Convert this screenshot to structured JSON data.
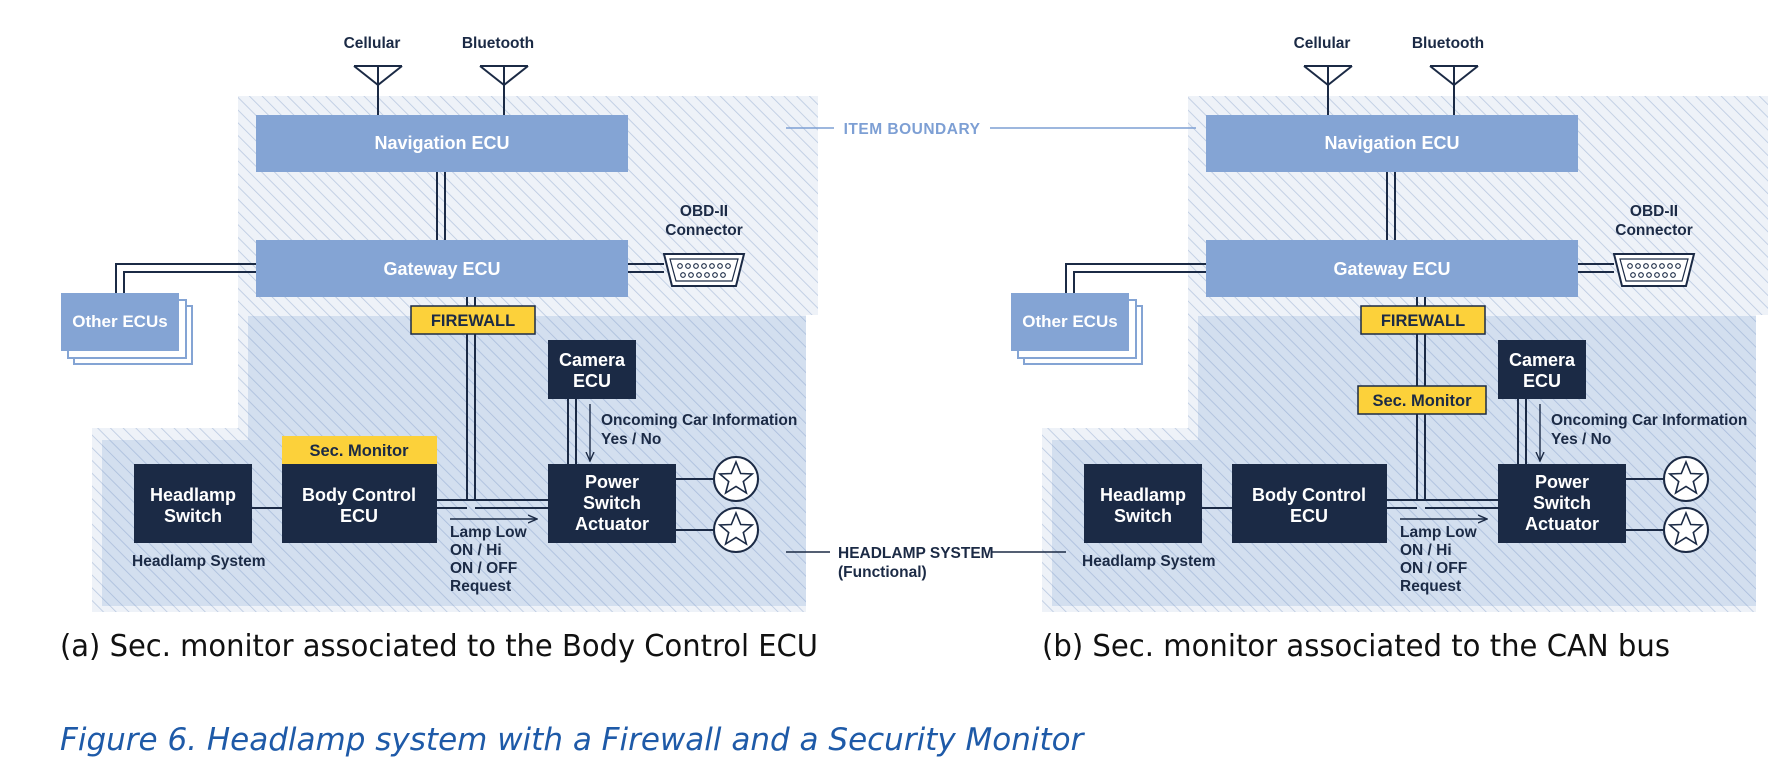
{
  "diagram": {
    "labels": {
      "cellular": "Cellular",
      "bluetooth": "Bluetooth",
      "navigation_ecu": "Navigation ECU",
      "gateway_ecu": "Gateway ECU",
      "obd_line1": "OBD-II",
      "obd_line2": "Connector",
      "other_ecus": "Other ECUs",
      "firewall": "FIREWALL",
      "camera_line1": "Camera",
      "camera_line2": "ECU",
      "oncoming_line1": "Oncoming Car Information",
      "oncoming_line2": "Yes / No",
      "sec_monitor": "Sec. Monitor",
      "headlamp_switch_line1": "Headlamp",
      "headlamp_switch_line2": "Switch",
      "body_control_line1": "Body Control",
      "body_control_line2": "ECU",
      "power_switch_line1": "Power",
      "power_switch_line2": "Switch",
      "power_switch_line3": "Actuator",
      "headlamp_system": "Headlamp System",
      "lamp_line1": "Lamp Low",
      "lamp_line2": "ON / Hi",
      "lamp_line3": "ON / OFF",
      "lamp_line4": "Request"
    },
    "item_boundary": "ITEM BOUNDARY",
    "headlamp_functional_line1": "HEADLAMP SYSTEM",
    "headlamp_functional_line2": "(Functional)",
    "subcaption_a": "(a) Sec. monitor associated to the Body Control ECU",
    "subcaption_b": "(b) Sec. monitor associated to the CAN bus",
    "figure_caption": "Figure 6. Headlamp system with a Firewall and a Security Monitor",
    "colors": {
      "ecu_blue": "#84a4d4",
      "dark_navy": "#1b2a45",
      "yellow": "#fcd13a",
      "hatch_light": "#e9eef6",
      "hatch_func": "#cfdcee",
      "boundary_text": "#7d9fd4"
    }
  }
}
